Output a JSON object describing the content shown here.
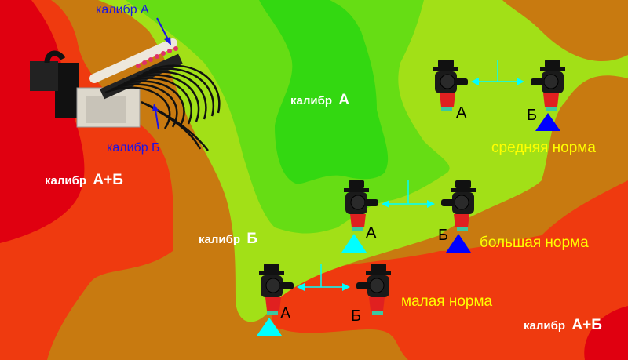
{
  "colors": {
    "dark_red": "#e00010",
    "red_orange": "#ef3a0f",
    "orange": "#c87a10",
    "yellow_green": "#a2e017",
    "light_green": "#66dd14",
    "green": "#33d811",
    "cyan": "#00ffff",
    "blue": "#0000ff",
    "label_blue": "#1a14e6",
    "label_yellow": "#ffff00"
  },
  "boom": {
    "label_top": "калибр А",
    "label_bottom": "калибр Б"
  },
  "zones": {
    "left_ab": {
      "prefix": "калибр",
      "caliber": "А+Б"
    },
    "center_a": {
      "prefix": "калибр",
      "caliber": "А"
    },
    "center_b": {
      "prefix": "калибр",
      "caliber": "Б"
    },
    "right_ab": {
      "prefix": "калибр",
      "caliber": "А+Б"
    }
  },
  "nozzle_pairs": [
    {
      "rate": "средняя норма",
      "left_label": "А",
      "right_label": "Б",
      "active": "Б"
    },
    {
      "rate": "большая  норма",
      "left_label": "А",
      "right_label": "Б",
      "active": "А+Б"
    },
    {
      "rate": "малая норма",
      "left_label": "А",
      "right_label": "Б",
      "active": "А"
    }
  ]
}
